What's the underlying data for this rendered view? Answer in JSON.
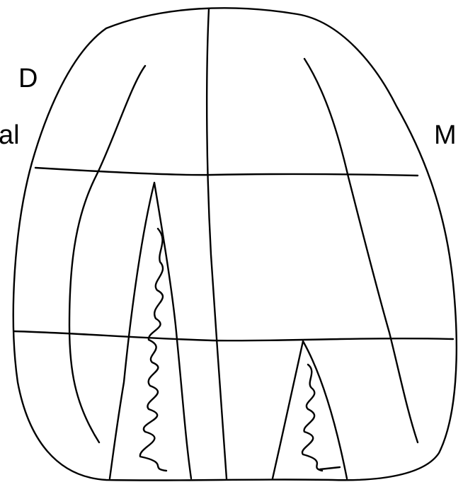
{
  "labels": {
    "top_left": "D",
    "left": "al",
    "right": "M"
  },
  "colors": {
    "stroke": "#000000",
    "background": "#ffffff"
  }
}
